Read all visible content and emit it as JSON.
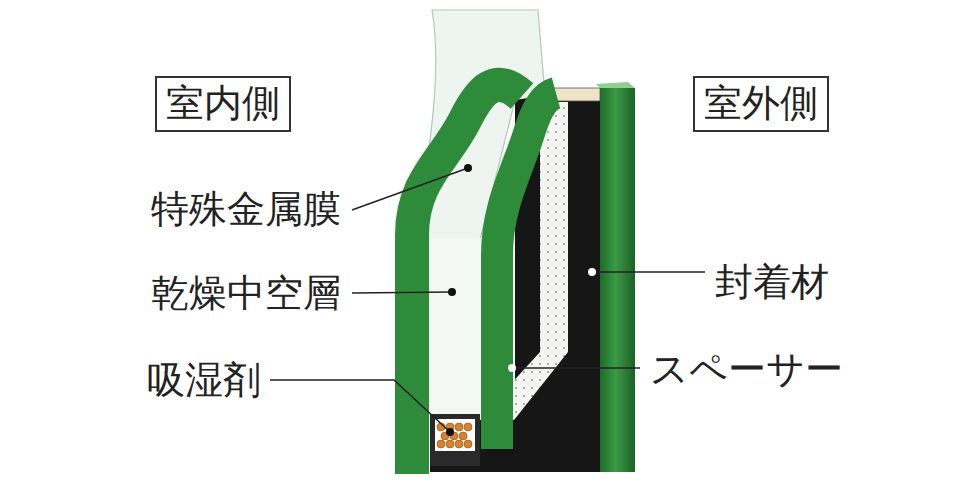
{
  "diagram": {
    "nodes": [
      {
        "text": [
          "室内側"
        ]
      },
      {
        "text": [
          "室外側"
        ]
      }
    ],
    "labels": [
      "特殊金属膜",
      "乾燥中空層",
      "吸湿剤",
      "封着材",
      "スペーサー"
    ]
  }
}
